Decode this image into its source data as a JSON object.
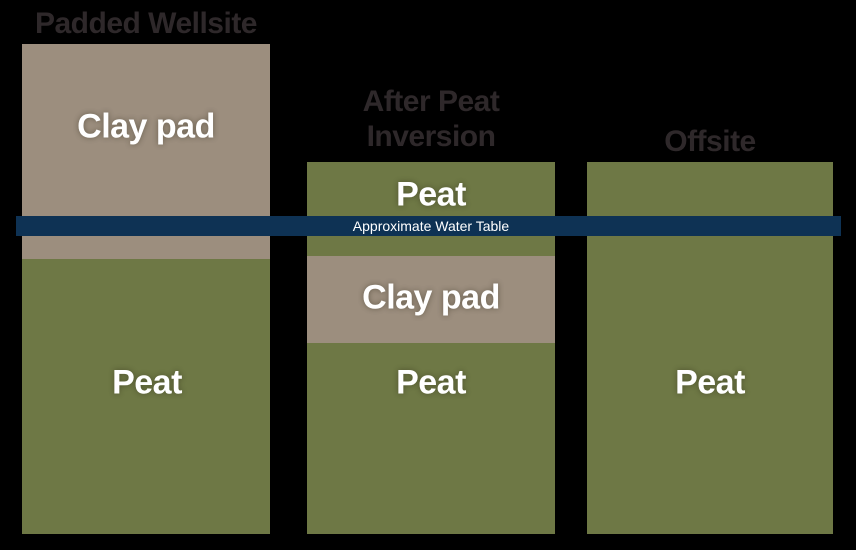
{
  "diagram": {
    "water_table_label": "Approximate Water Table",
    "columns": [
      {
        "title": "Padded Wellsite",
        "layers": [
          {
            "material": "clay",
            "label": "Clay pad"
          },
          {
            "material": "peat",
            "label": "Peat"
          }
        ]
      },
      {
        "title": "After Peat Inversion",
        "layers": [
          {
            "material": "peat",
            "label": "Peat"
          },
          {
            "material": "clay",
            "label": "Clay pad"
          },
          {
            "material": "peat",
            "label": "Peat"
          }
        ]
      },
      {
        "title": "Offsite",
        "layers": [
          {
            "material": "peat",
            "label": "Peat"
          }
        ]
      }
    ],
    "colors": {
      "background": "#000000",
      "clay": "#9c8e7e",
      "peat": "#6e7845",
      "water_table": "#0e3254",
      "title_text": "#2e282a",
      "label_text": "#ffffff"
    }
  }
}
